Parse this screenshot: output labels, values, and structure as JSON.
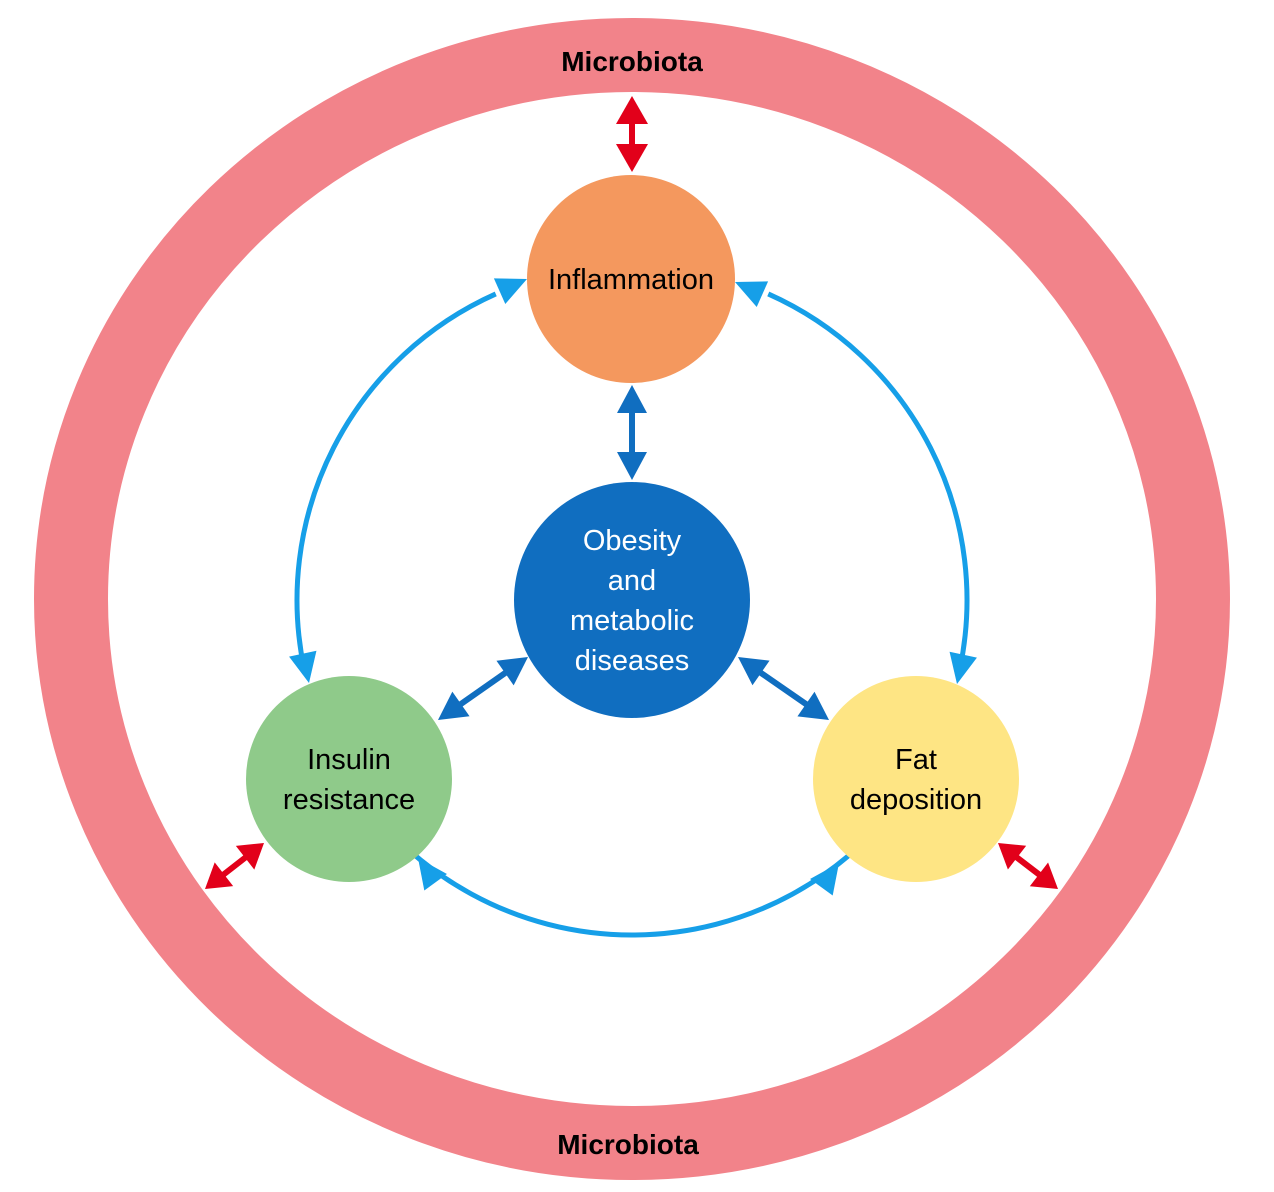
{
  "title": "Microbiota, inflammation, insulin resistance and fat deposition in obesity",
  "colors": {
    "ring": "#F2838A",
    "microbiota_arrow": "#E2001A",
    "peripheral_arrow": "#169FE8",
    "central_arrow": "#106EC0",
    "inflammation": "#F4985E",
    "obesity": "#106EC0",
    "insulin": "#8FCA8A",
    "fat": "#FEE584"
  },
  "ring": {
    "top_label": "Microbiota",
    "bottom_label": "Microbiota"
  },
  "nodes": {
    "inflammation": {
      "lines": [
        "Inflammation"
      ],
      "text_color": "#000000"
    },
    "obesity": {
      "lines": [
        "Obesity",
        "and",
        "metabolic",
        "diseases"
      ],
      "text_color": "#FFFFFF"
    },
    "insulin": {
      "lines": [
        "Insulin",
        "resistance"
      ],
      "text_color": "#000000"
    },
    "fat": {
      "lines": [
        "Fat",
        "deposition"
      ],
      "text_color": "#000000"
    }
  },
  "relations": [
    {
      "from": "microbiota",
      "to": "inflammation",
      "type": "bidirectional",
      "style": "microbiota"
    },
    {
      "from": "microbiota",
      "to": "insulin",
      "type": "bidirectional",
      "style": "microbiota"
    },
    {
      "from": "microbiota",
      "to": "fat",
      "type": "bidirectional",
      "style": "microbiota"
    },
    {
      "from": "inflammation",
      "to": "obesity",
      "type": "bidirectional",
      "style": "central"
    },
    {
      "from": "insulin",
      "to": "obesity",
      "type": "bidirectional",
      "style": "central"
    },
    {
      "from": "fat",
      "to": "obesity",
      "type": "bidirectional",
      "style": "central"
    },
    {
      "from": "inflammation",
      "to": "insulin",
      "type": "bidirectional",
      "style": "peripheral"
    },
    {
      "from": "inflammation",
      "to": "fat",
      "type": "bidirectional",
      "style": "peripheral"
    },
    {
      "from": "insulin",
      "to": "fat",
      "type": "bidirectional",
      "style": "peripheral"
    }
  ]
}
